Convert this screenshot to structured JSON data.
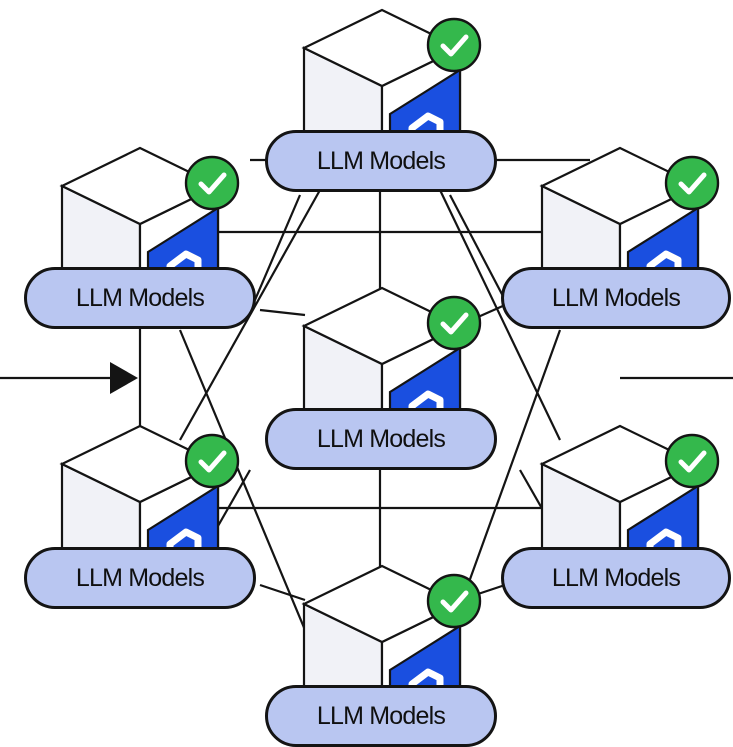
{
  "colors": {
    "background": "#ffffff",
    "stroke": "#141414",
    "cube_left_face": "#f1f2f7",
    "cube_right_face": "#ffffff",
    "badge_blue": "#1a4fe0",
    "check_green": "#34b84c",
    "pill_fill": "#b9c6f1"
  },
  "icons": {
    "node_badge": "hexagon-tag-icon",
    "status": "check-circle-icon",
    "input_marker": "arrow-right-icon"
  },
  "nodes": [
    {
      "id": "top",
      "label": "LLM Models",
      "status": "check"
    },
    {
      "id": "upper-left",
      "label": "LLM Models",
      "status": "check"
    },
    {
      "id": "upper-right",
      "label": "LLM Models",
      "status": "check"
    },
    {
      "id": "center",
      "label": "LLM Models",
      "status": "check"
    },
    {
      "id": "lower-left",
      "label": "LLM Models",
      "status": "check"
    },
    {
      "id": "lower-right",
      "label": "LLM Models",
      "status": "check"
    },
    {
      "id": "bottom",
      "label": "LLM Models",
      "status": "check"
    }
  ]
}
